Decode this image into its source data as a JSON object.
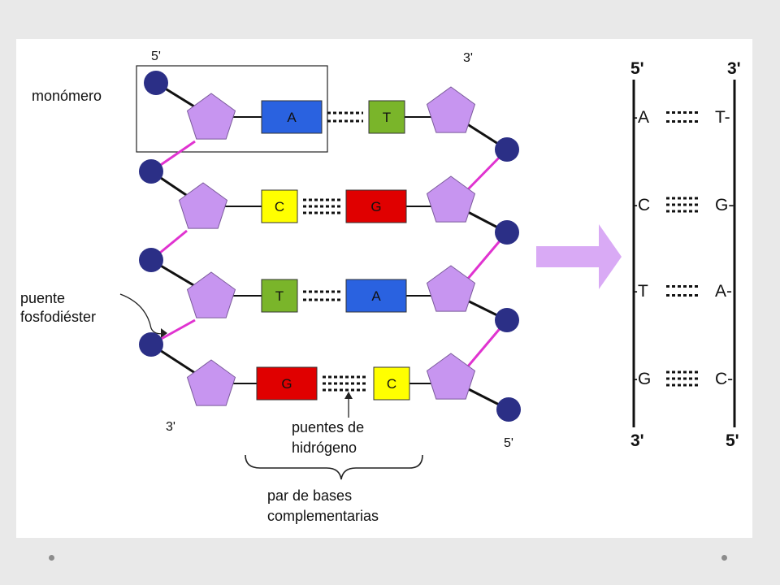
{
  "left_panel": {
    "top_left_end": "5'",
    "top_right_end": "3'",
    "bottom_left_end": "3'",
    "bottom_right_end": "5'",
    "monomer_label": "monómero",
    "phosphodiester_label": [
      "puente",
      "fosfodiéster"
    ],
    "hydrogen_bond_label": [
      "puentes de",
      "hidrógeno"
    ],
    "base_pair_label": [
      "par de bases",
      "complementarias"
    ],
    "rows": [
      {
        "left": "A",
        "right": "T",
        "left_color": "#2a62e0",
        "right_color": "#7ab52a",
        "bonds": 2
      },
      {
        "left": "C",
        "right": "G",
        "left_color": "#ffff00",
        "right_color": "#e00000",
        "bonds": 3
      },
      {
        "left": "T",
        "right": "A",
        "left_color": "#7ab52a",
        "right_color": "#2a62e0",
        "bonds": 2
      },
      {
        "left": "G",
        "right": "C",
        "left_color": "#e00000",
        "right_color": "#ffff00",
        "bonds": 3
      }
    ]
  },
  "right_panel": {
    "top_left_end": "5'",
    "top_right_end": "3'",
    "bottom_left_end": "3'",
    "bottom_right_end": "5'",
    "pairs": [
      {
        "left": "-A",
        "right": "T-",
        "bonds": 2
      },
      {
        "left": "-C",
        "right": "G-",
        "bonds": 3
      },
      {
        "left": "-T",
        "right": "A-",
        "bonds": 2
      },
      {
        "left": "-G",
        "right": "C-",
        "bonds": 3
      }
    ]
  },
  "colors": {
    "phosphate": "#2b2f86",
    "sugar": "#c795f0",
    "sugar_stroke": "#7a5a9a",
    "phosphodiester_bond": "#e033d0",
    "arrow": "#d9aaf5"
  }
}
